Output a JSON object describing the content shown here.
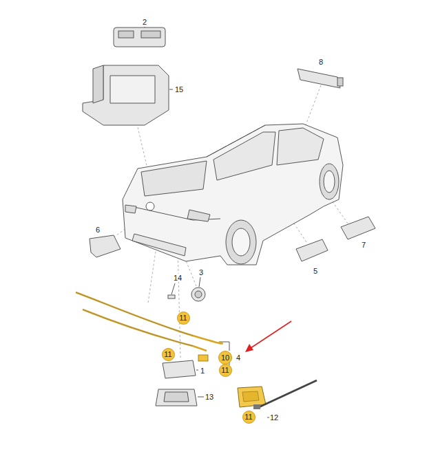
{
  "diagram": {
    "nodes": [
      {
        "text": [
          "11"
        ]
      },
      {
        "text": [
          "11"
        ]
      },
      {
        "text": [
          "10"
        ]
      },
      {
        "text": [
          "11"
        ]
      },
      {
        "text": [
          "11"
        ]
      }
    ],
    "labels": [
      "2",
      "15",
      "8",
      "6",
      "7",
      "5",
      "14",
      "3",
      "4",
      "1",
      "13",
      "12"
    ]
  }
}
